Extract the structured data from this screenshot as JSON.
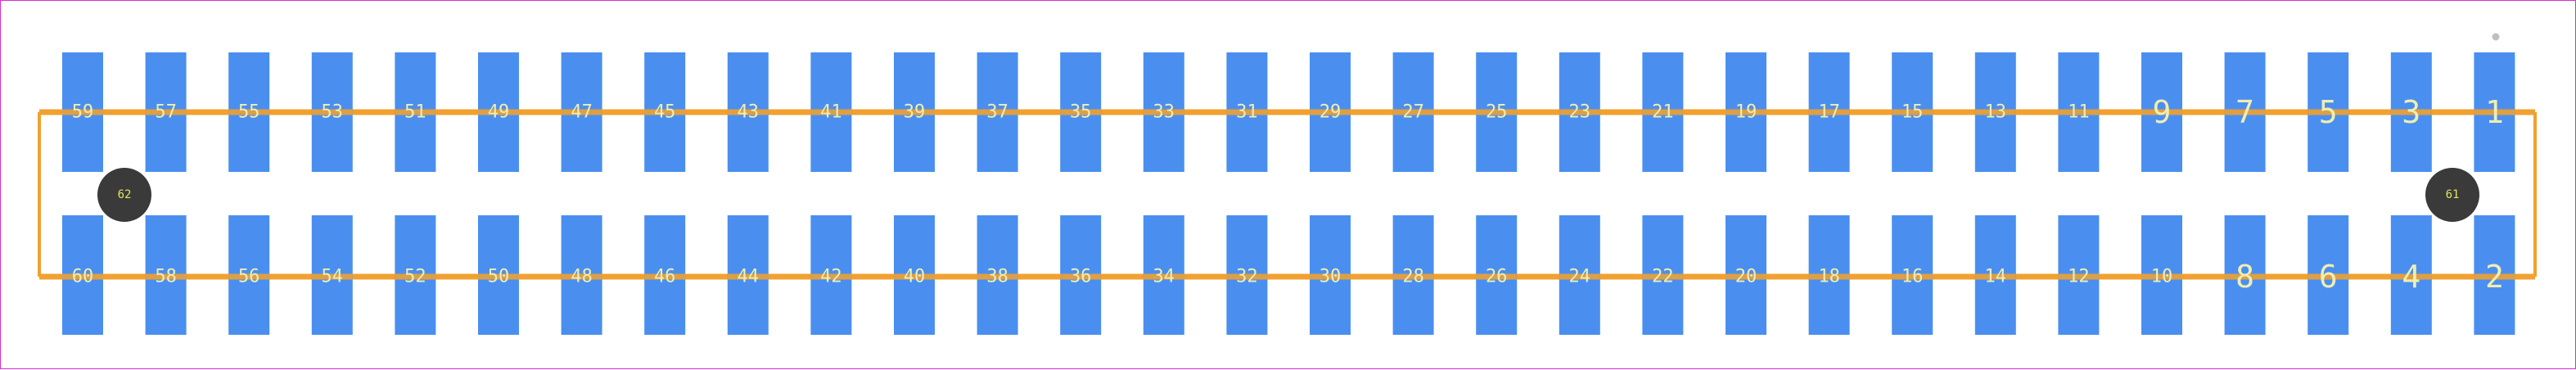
{
  "colors": {
    "border": "#d62fd6",
    "trace": "#f0a130",
    "pad": "#4a8ff0",
    "pad_label": "#f0eeb0",
    "hole": "#3a3a3a",
    "hole_label": "#e2e25a",
    "marker": "#c0c0c0"
  },
  "pads_top": [
    "59",
    "57",
    "55",
    "53",
    "51",
    "49",
    "47",
    "45",
    "43",
    "41",
    "39",
    "37",
    "35",
    "33",
    "31",
    "29",
    "27",
    "25",
    "23",
    "21",
    "19",
    "17",
    "15",
    "13",
    "11",
    "9",
    "7",
    "5",
    "3",
    "1"
  ],
  "pads_bottom": [
    "60",
    "58",
    "56",
    "54",
    "52",
    "50",
    "48",
    "46",
    "44",
    "42",
    "40",
    "38",
    "36",
    "34",
    "32",
    "30",
    "28",
    "26",
    "24",
    "22",
    "20",
    "18",
    "16",
    "14",
    "12",
    "10",
    "8",
    "6",
    "4",
    "2"
  ],
  "holes": [
    {
      "label": "62",
      "side": "left"
    },
    {
      "label": "61",
      "side": "right"
    }
  ]
}
